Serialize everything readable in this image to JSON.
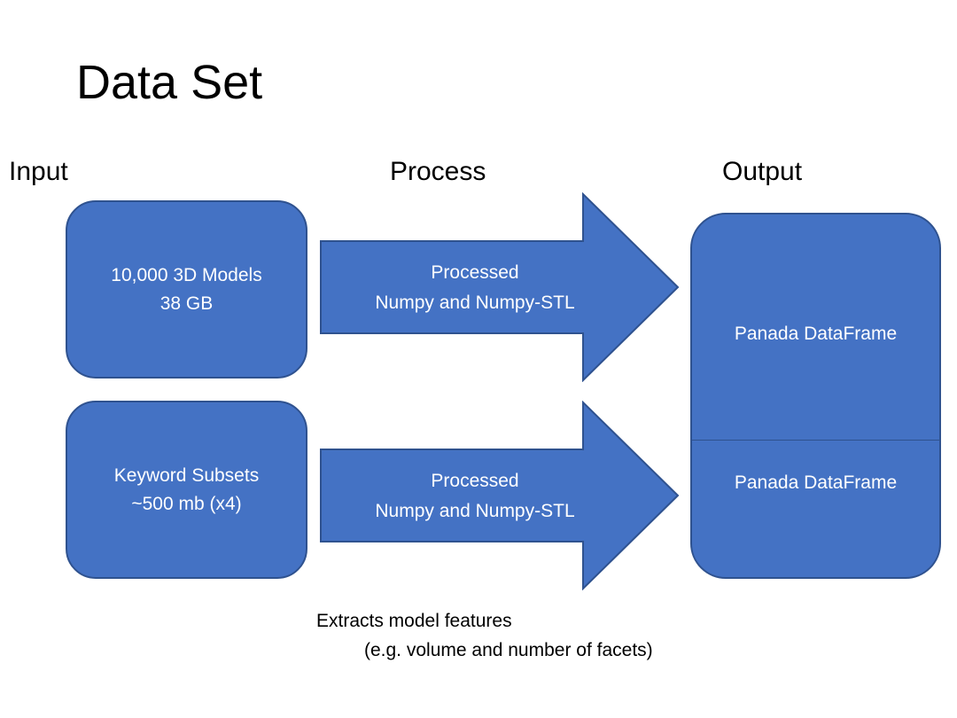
{
  "slide": {
    "title": "Data Set",
    "columns": {
      "input": "Input",
      "process": "Process",
      "output": "Output"
    },
    "inputs": [
      {
        "line1": "10,000 3D Models",
        "line2": "38 GB"
      },
      {
        "line1": "Keyword Subsets",
        "line2": "~500 mb (x4)"
      }
    ],
    "processes": [
      {
        "line1": "Processed",
        "line2": "Numpy and Numpy-STL"
      },
      {
        "line1": "Processed",
        "line2": "Numpy and Numpy-STL"
      }
    ],
    "outputs": [
      {
        "label": "Panada DataFrame"
      },
      {
        "label": "Panada DataFrame"
      }
    ],
    "note": {
      "line1": "Extracts model features",
      "line2": "(e.g. volume and number of facets)"
    },
    "colors": {
      "shape_fill": "#4472C4",
      "shape_stroke": "#2F528F",
      "shape_text": "#FFFFFF",
      "text": "#000000"
    }
  }
}
